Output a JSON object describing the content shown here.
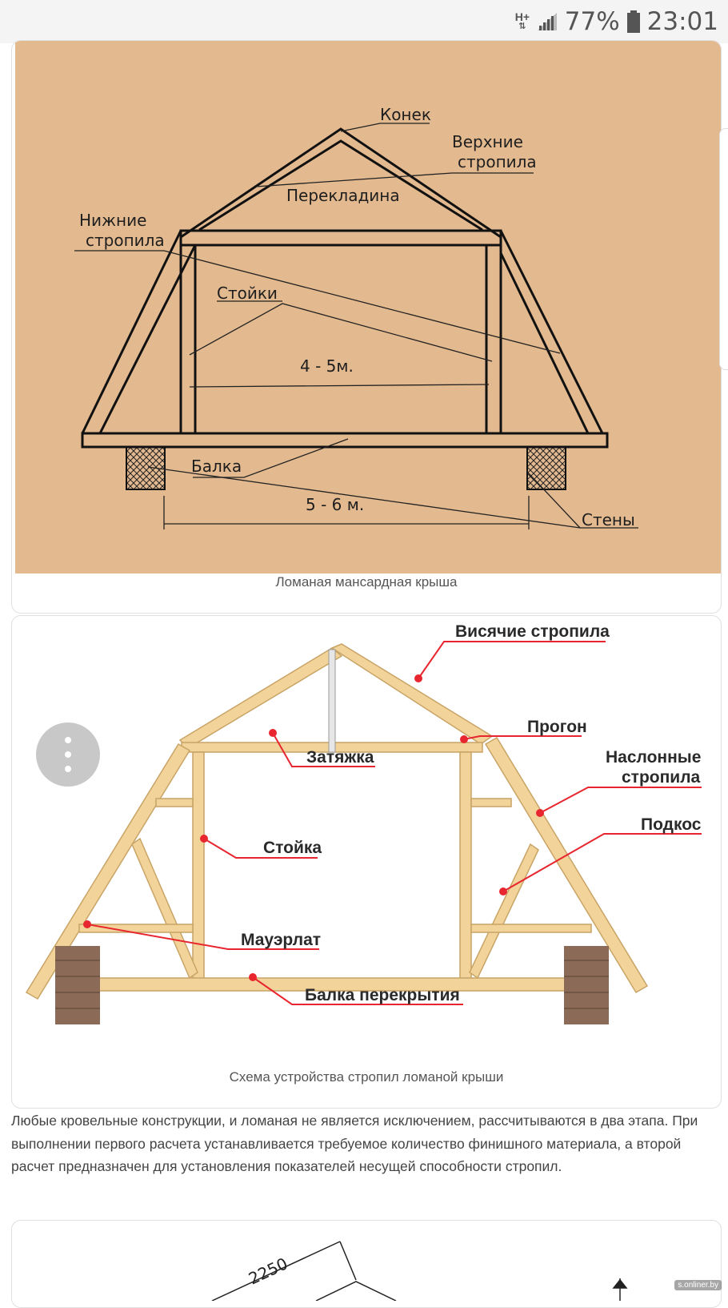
{
  "status_bar": {
    "network": "H+",
    "battery_percent": "77%",
    "time": "23:01"
  },
  "figure1": {
    "caption": "Ломаная мансардная крыша",
    "background_color": "#e3b98f",
    "labels": {
      "ridge": "Конек",
      "upper_rafters_1": "Верхние",
      "upper_rafters_2": "стропила",
      "crossbar": "Перекладина",
      "lower_rafters_1": "Нижние",
      "lower_rafters_2": "стропила",
      "posts": "Стойки",
      "inner_width": "4 - 5м.",
      "beam": "Балка",
      "outer_width": "5 - 6 м.",
      "walls": "Стены"
    }
  },
  "figure2": {
    "caption": "Схема устройства стропил ломаной крыши",
    "wood_color": "#f2d49b",
    "marker_color": "#e8262f",
    "labels": {
      "hanging_rafters": "Висячие стропила",
      "purlin": "Прогон",
      "tie": "Затяжка",
      "layered_rafters_1": "Наслонные",
      "layered_rafters_2": "стропила",
      "strut": "Подкос",
      "post": "Стойка",
      "mauerlat": "Мауэрлат",
      "floor_beam": "Балка перекрытия"
    }
  },
  "paragraph": "Любые кровельные конструкции, и ломаная не является исключением, рассчитываются в два этапа. При выполнении первого расчета устанавливается требуемое количество финишного материала, а второй расчет предназначен для установления показателей несущей способности стропил.",
  "figure3": {
    "dimension_label": "2250"
  },
  "menu_button": {
    "icon": "more-vertical-icon"
  },
  "watermark": "s.onliner.by"
}
